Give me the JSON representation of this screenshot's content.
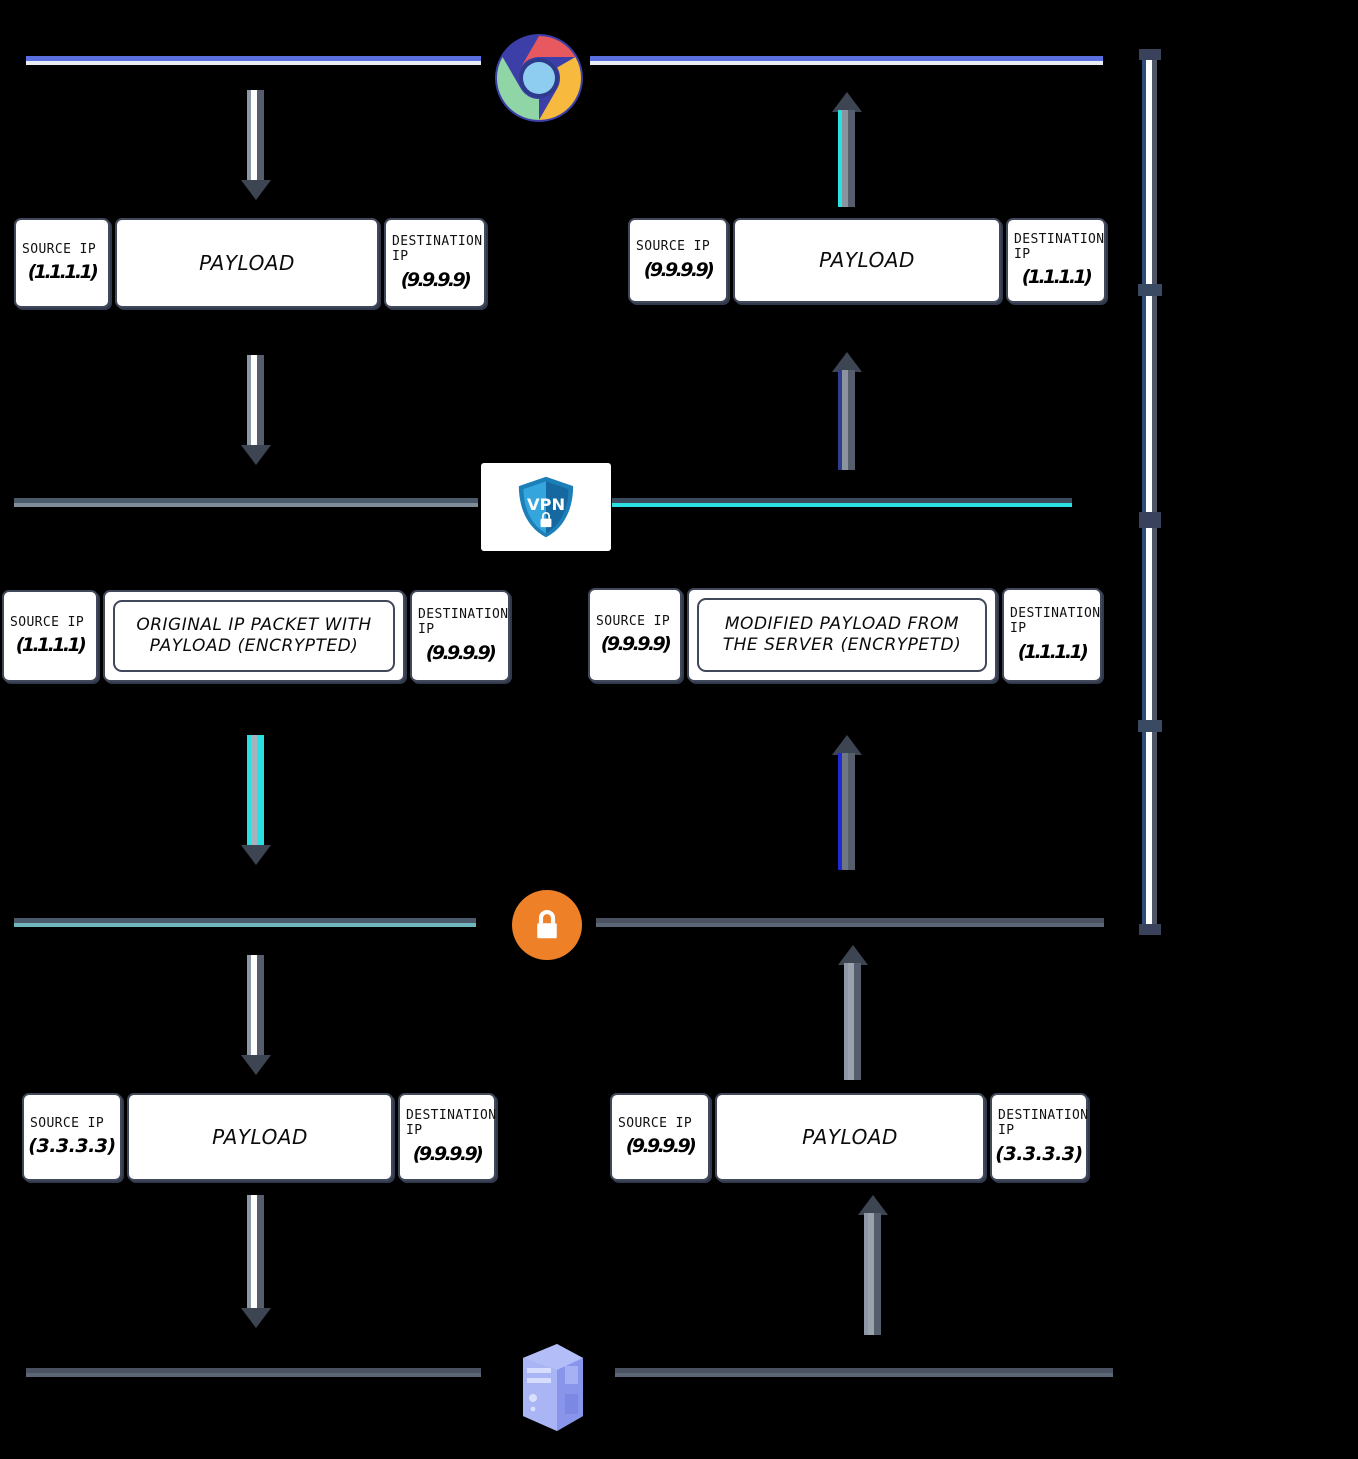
{
  "diagram": {
    "title": "VPN packet flow diagram",
    "colors": {
      "background": "#000000",
      "accent_blue": "#5c6fe0",
      "accent_cyan": "#2ae0e0",
      "accent_teal": "#6fb6bd",
      "lock_orange": "#ee8128",
      "rail_navy": "#2f4b78",
      "line_gray": "#5b6676",
      "box_border": "#41485a",
      "server_blue": "#9aa8f2"
    }
  },
  "nodes": [
    {
      "id": "browser",
      "icon": "chrome-browser-icon",
      "label": "Chrome browser"
    },
    {
      "id": "vpn",
      "icon": "vpn-shield-icon",
      "label": "VPN",
      "badge_text": "VPN"
    },
    {
      "id": "lock",
      "icon": "padlock-icon",
      "label": "Encrypted tunnel endpoint"
    },
    {
      "id": "server",
      "icon": "server-tower-icon",
      "label": "Destination server"
    }
  ],
  "packets": {
    "top_left": {
      "name": "client-request-plain",
      "source": {
        "label": "SOURCE IP",
        "ip": "(1.1.1.1)"
      },
      "payload": {
        "text": "PAYLOAD",
        "framed": false
      },
      "destination": {
        "label": "DESTINATION IP",
        "ip": "(9.9.9.9)"
      }
    },
    "top_right": {
      "name": "server-response-plain",
      "source": {
        "label": "SOURCE IP",
        "ip": "(9.9.9.9)"
      },
      "payload": {
        "text": "PAYLOAD",
        "framed": false
      },
      "destination": {
        "label": "DESTINATION IP",
        "ip": "(1.1.1.1)"
      }
    },
    "mid_left": {
      "name": "client-request-encrypted",
      "source": {
        "label": "SOURCE IP",
        "ip": "(1.1.1.1)"
      },
      "payload": {
        "text": "ORIGINAL IP PACKET WITH PAYLOAD (ENCRYPTED)",
        "framed": true
      },
      "destination": {
        "label": "DESTINATION IP",
        "ip": "(9.9.9.9)"
      }
    },
    "mid_right": {
      "name": "server-response-encrypted",
      "source": {
        "label": "SOURCE IP",
        "ip": "(9.9.9.9)"
      },
      "payload": {
        "text": "MODIFIED PAYLOAD FROM THE SERVER (ENCRYPETD)",
        "framed": true
      },
      "destination": {
        "label": "DESTINATION IP",
        "ip": "(1.1.1.1)"
      }
    },
    "bottom_left": {
      "name": "vpn-egress-request",
      "source": {
        "label": "SOURCE IP",
        "ip": "(3.3.3.3)"
      },
      "payload": {
        "text": "PAYLOAD",
        "framed": false
      },
      "destination": {
        "label": "DESTINATION IP",
        "ip": "(9.9.9.9)"
      }
    },
    "bottom_right": {
      "name": "vpn-ingress-response",
      "source": {
        "label": "SOURCE IP",
        "ip": "(9.9.9.9)"
      },
      "payload": {
        "text": "PAYLOAD",
        "framed": false
      },
      "destination": {
        "label": "DESTINATION IP",
        "ip": "(3.3.3.3)"
      }
    }
  }
}
